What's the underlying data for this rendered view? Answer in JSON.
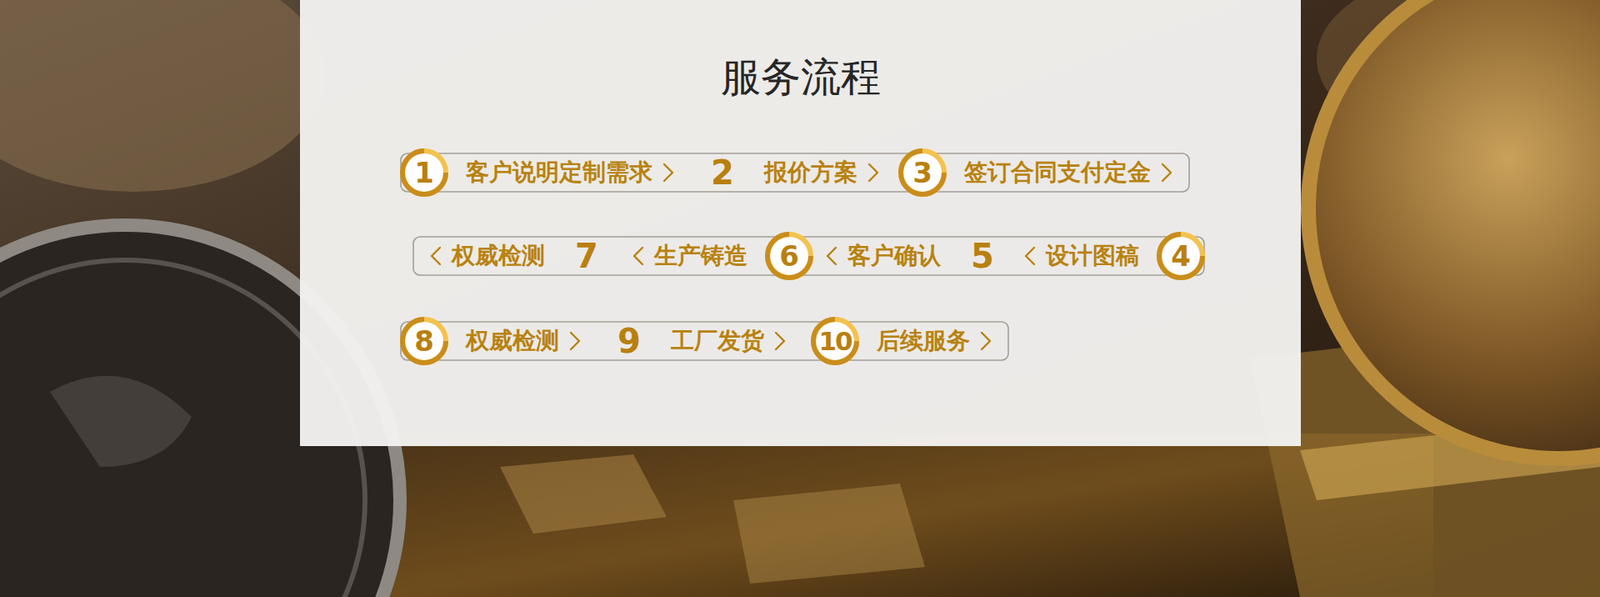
{
  "diagram": {
    "title": "服务流程",
    "nodes": [
      {
        "text": [
          "1",
          "客户说明定制需求"
        ]
      },
      {
        "text": [
          "2",
          "报价方案"
        ]
      },
      {
        "text": [
          "3",
          "签订合同支付定金"
        ]
      },
      {
        "text": [
          "4",
          "设计图稿"
        ]
      },
      {
        "text": [
          "5",
          "客户确认"
        ]
      },
      {
        "text": [
          "6",
          "生产铸造"
        ]
      },
      {
        "text": [
          "7",
          "权威检测"
        ]
      },
      {
        "text": [
          "8",
          "权威检测"
        ]
      },
      {
        "text": [
          "9",
          "工厂发货"
        ]
      },
      {
        "text": [
          "10",
          "后续服务"
        ]
      }
    ]
  }
}
